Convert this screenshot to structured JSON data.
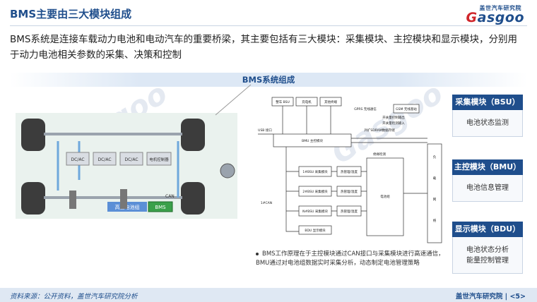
{
  "header": {
    "title": "BMS主要由三大模块组成",
    "logo_cn": "盖世汽车研究院",
    "logo_g": "G",
    "logo_rest": "asgoo"
  },
  "intro": "BMS系统是连接车载动力电池和电动汽车的重要桥梁，其主要包括有三大模块：采集模块、主控模块和显示模块，分别用于动力电池相关参数的采集、决策和控制",
  "section_title": "BMS系统组成",
  "car_diagram": {
    "top_labels": [
      "DC/AC",
      "DC/AC",
      "DC/AC",
      "电机控制器"
    ],
    "hv_box": "高压电池组",
    "bms_box": "BMS",
    "can_label": "CAN"
  },
  "block_diagram": {
    "top_boxes": [
      "整车 BSU",
      "充电机",
      "其他终端"
    ],
    "gprs": "GPRS 无线通信",
    "gsm": "GSM 无线基站",
    "usb": "USB 接口",
    "sdram": "外扩SDRAM数据存储",
    "bmu": "BMU 主控模块",
    "bsu_boxes": [
      "1#BSU 采集模块",
      "2#BSU 采集模块",
      "N#BSU 采集模块"
    ],
    "bdu": "BDU 显示模块",
    "can_left": "1#CAN",
    "right_col": [
      "负",
      "载",
      "网",
      "络"
    ],
    "arrows": [
      "热管理/温度",
      "热管理/温度",
      "热管理/温度"
    ],
    "line_labels": [
      "开关量控制输出",
      "开关量检测输入",
      "绝缘检测"
    ],
    "pack": "电池组"
  },
  "modules": [
    {
      "title": "采集模块（BSU）",
      "body": [
        "电池状态监测"
      ]
    },
    {
      "title": "主控模块（BMU）",
      "body": [
        "电池信息管理"
      ]
    },
    {
      "title": "显示模块（BDU）",
      "body": [
        "电池状态分析",
        "能量控制管理"
      ]
    }
  ],
  "bullet": "BMS工作原理在于主控模块通过CAN接口与采集模块进行高速通信，BMU通过对电池组数据实时采集分析，动态制定电池管理策略",
  "footer": {
    "source": "资料来源：公开资料，盖世汽车研究院分析",
    "page": "盖世汽车研究院 | <5>"
  },
  "colors": {
    "primary": "#1f4e8c",
    "accent": "#d0262b",
    "band": "#dde8f5"
  }
}
